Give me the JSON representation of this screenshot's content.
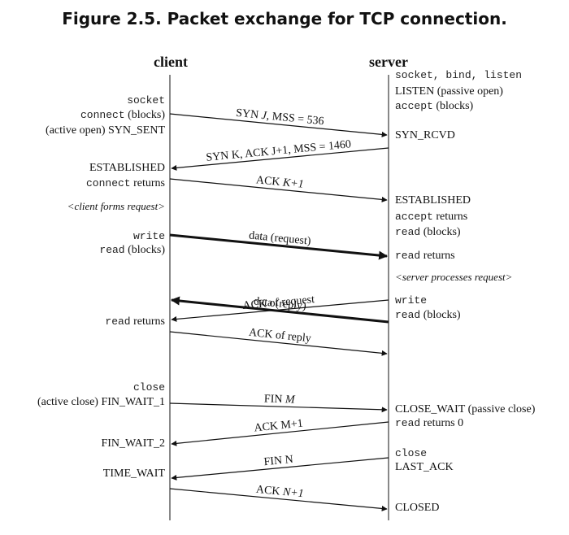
{
  "figure_title": "Figure 2.5. Packet exchange for TCP connection.",
  "headers": {
    "client": "client",
    "server": "server"
  },
  "colors": {
    "ink": "#111111",
    "line": "#555555"
  },
  "client_notes": [
    {
      "id": "c-socket",
      "parts": [
        {
          "t": "socket",
          "s": "mono"
        }
      ]
    },
    {
      "id": "c-connect",
      "parts": [
        {
          "t": "connect",
          "s": "mono"
        },
        {
          "t": " (blocks)",
          "s": "serif"
        }
      ]
    },
    {
      "id": "c-active-open",
      "parts": [
        {
          "t": "(active open)  SYN_SENT",
          "s": "serif"
        }
      ]
    },
    {
      "id": "c-established",
      "parts": [
        {
          "t": "ESTABLISHED",
          "s": "serif"
        }
      ]
    },
    {
      "id": "c-connect-returns",
      "parts": [
        {
          "t": "connect",
          "s": "mono"
        },
        {
          "t": " returns",
          "s": "serif"
        }
      ]
    },
    {
      "id": "c-forms-request",
      "parts": [
        {
          "t": "<client forms request>",
          "s": "ital"
        }
      ]
    },
    {
      "id": "c-write",
      "parts": [
        {
          "t": "write",
          "s": "mono"
        }
      ]
    },
    {
      "id": "c-read-blocks",
      "parts": [
        {
          "t": "read",
          "s": "mono"
        },
        {
          "t": " (blocks)",
          "s": "serif"
        }
      ]
    },
    {
      "id": "c-read-returns",
      "parts": [
        {
          "t": "read",
          "s": "mono"
        },
        {
          "t": " returns",
          "s": "serif"
        }
      ]
    },
    {
      "id": "c-close",
      "parts": [
        {
          "t": "close",
          "s": "mono"
        }
      ]
    },
    {
      "id": "c-active-close",
      "parts": [
        {
          "t": "(active close)  FIN_WAIT_1",
          "s": "serif"
        }
      ]
    },
    {
      "id": "c-fin-wait-2",
      "parts": [
        {
          "t": "FIN_WAIT_2",
          "s": "serif"
        }
      ]
    },
    {
      "id": "c-time-wait",
      "parts": [
        {
          "t": "TIME_WAIT",
          "s": "serif"
        }
      ]
    }
  ],
  "server_notes": [
    {
      "id": "s-socket-bind-listen",
      "parts": [
        {
          "t": "socket, bind, listen",
          "s": "mono"
        }
      ]
    },
    {
      "id": "s-listen",
      "parts": [
        {
          "t": "LISTEN  (passive open)",
          "s": "serif"
        }
      ]
    },
    {
      "id": "s-accept-blocks",
      "parts": [
        {
          "t": "accept",
          "s": "mono"
        },
        {
          "t": " (blocks)",
          "s": "serif"
        }
      ]
    },
    {
      "id": "s-syn-rcvd",
      "parts": [
        {
          "t": "SYN_RCVD",
          "s": "serif"
        }
      ]
    },
    {
      "id": "s-established",
      "parts": [
        {
          "t": "ESTABLISHED",
          "s": "serif"
        }
      ]
    },
    {
      "id": "s-accept-returns",
      "parts": [
        {
          "t": "accept",
          "s": "mono"
        },
        {
          "t": " returns",
          "s": "serif"
        }
      ]
    },
    {
      "id": "s-read-blocks",
      "parts": [
        {
          "t": "read",
          "s": "mono"
        },
        {
          "t": " (blocks)",
          "s": "serif"
        }
      ]
    },
    {
      "id": "s-read-returns",
      "parts": [
        {
          "t": "read",
          "s": "mono"
        },
        {
          "t": " returns",
          "s": "serif"
        }
      ]
    },
    {
      "id": "s-processes-request",
      "parts": [
        {
          "t": "<server processes request>",
          "s": "ital"
        }
      ]
    },
    {
      "id": "s-write",
      "parts": [
        {
          "t": "write",
          "s": "mono"
        }
      ]
    },
    {
      "id": "s-read-blocks-2",
      "parts": [
        {
          "t": "read",
          "s": "mono"
        },
        {
          "t": " (blocks)",
          "s": "serif"
        }
      ]
    },
    {
      "id": "s-close-wait",
      "parts": [
        {
          "t": "CLOSE_WAIT  (passive close)",
          "s": "serif"
        }
      ]
    },
    {
      "id": "s-read-returns-0",
      "parts": [
        {
          "t": "read",
          "s": "mono"
        },
        {
          "t": " returns 0",
          "s": "serif"
        }
      ]
    },
    {
      "id": "s-close",
      "parts": [
        {
          "t": "close",
          "s": "mono"
        }
      ]
    },
    {
      "id": "s-last-ack",
      "parts": [
        {
          "t": "LAST_ACK",
          "s": "serif"
        }
      ]
    },
    {
      "id": "s-closed",
      "parts": [
        {
          "t": "CLOSED",
          "s": "serif"
        }
      ]
    }
  ],
  "messages": [
    {
      "id": "syn-j",
      "dir": "to-server",
      "bold": false,
      "label": [
        {
          "t": "SYN ",
          "s": "n"
        },
        {
          "t": "J",
          "s": "i"
        },
        {
          "t": ", MSS = 536",
          "s": "n"
        }
      ]
    },
    {
      "id": "syn-k-ack",
      "dir": "to-client",
      "bold": false,
      "label": [
        {
          "t": "SYN K, ACK J+1, MSS = 1460",
          "s": "n"
        }
      ]
    },
    {
      "id": "ack-k1",
      "dir": "to-server",
      "bold": false,
      "label": [
        {
          "t": "ACK ",
          "s": "n"
        },
        {
          "t": "K+1",
          "s": "i"
        }
      ]
    },
    {
      "id": "data-request",
      "dir": "to-server",
      "bold": true,
      "label": [
        {
          "t": "data (request)",
          "s": "n"
        }
      ]
    },
    {
      "id": "data-reply",
      "dir": "to-client",
      "bold": true,
      "label": [
        {
          "t": "data (reply)",
          "s": "n"
        }
      ]
    },
    {
      "id": "ack-of-request",
      "dir": "to-client",
      "bold": false,
      "label": [
        {
          "t": "ACK of request",
          "s": "n"
        }
      ]
    },
    {
      "id": "ack-of-reply",
      "dir": "to-server",
      "bold": false,
      "label": [
        {
          "t": "ACK of reply",
          "s": "n"
        }
      ]
    },
    {
      "id": "fin-m",
      "dir": "to-server",
      "bold": false,
      "label": [
        {
          "t": "FIN ",
          "s": "n"
        },
        {
          "t": "M",
          "s": "i"
        }
      ]
    },
    {
      "id": "ack-m1",
      "dir": "to-client",
      "bold": false,
      "label": [
        {
          "t": "ACK M+1",
          "s": "n"
        }
      ]
    },
    {
      "id": "fin-n",
      "dir": "to-client",
      "bold": false,
      "label": [
        {
          "t": "FIN N",
          "s": "n"
        }
      ]
    },
    {
      "id": "ack-n1",
      "dir": "to-server",
      "bold": false,
      "label": [
        {
          "t": "ACK ",
          "s": "n"
        },
        {
          "t": "N+1",
          "s": "i"
        }
      ]
    }
  ]
}
